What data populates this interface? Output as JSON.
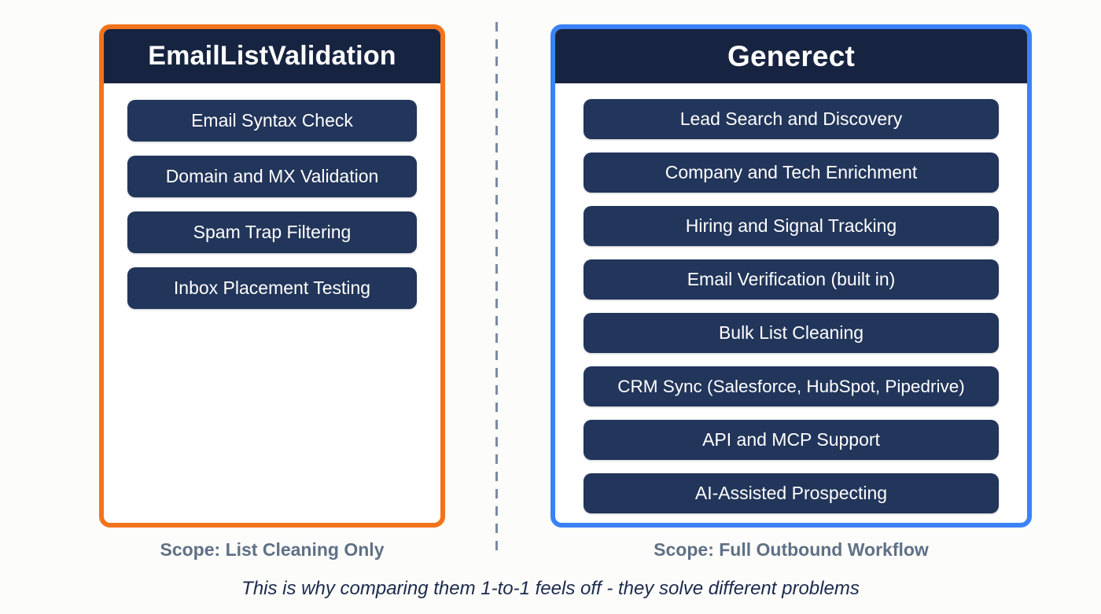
{
  "colors": {
    "background": "#fcfcfa",
    "left_accent": "#f2731c",
    "right_accent": "#3b82f6",
    "header_navy": "#172441",
    "chip_navy": "#22355a",
    "scope_text": "#5f7085",
    "note_text": "#1b2a4d",
    "divider": "#7b8aa3"
  },
  "left_card": {
    "title": "EmailListValidation",
    "items": [
      "Email Syntax Check",
      "Domain and MX Validation",
      "Spam Trap Filtering",
      "Inbox Placement Testing"
    ],
    "scope": "Scope: List Cleaning Only"
  },
  "right_card": {
    "title": "Generect",
    "items": [
      "Lead Search and Discovery",
      "Company and Tech Enrichment",
      "Hiring and Signal Tracking",
      "Email Verification (built in)",
      "Bulk List Cleaning",
      "CRM Sync (Salesforce, HubSpot, Pipedrive)",
      "API and MCP Support",
      "AI-Assisted Prospecting"
    ],
    "scope": "Scope: Full Outbound Workflow"
  },
  "note": "This is why comparing them 1-to-1 feels off - they solve different problems"
}
